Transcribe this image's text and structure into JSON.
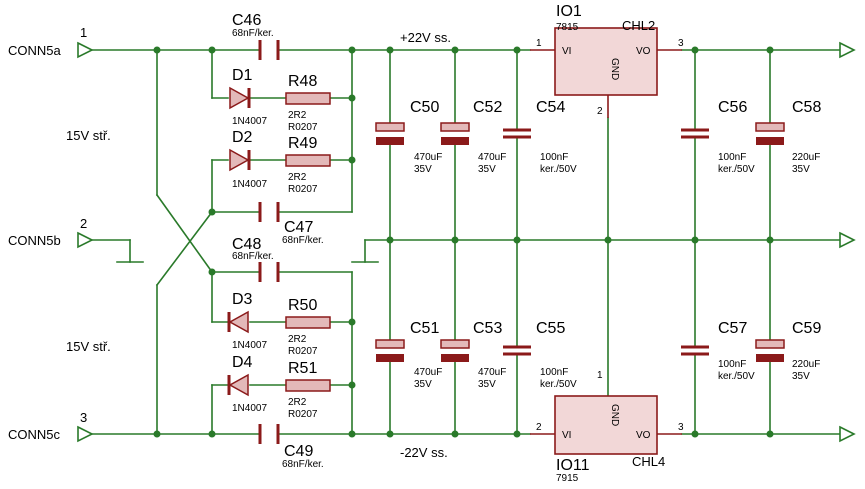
{
  "connectors": [
    {
      "ref": "CONN5a",
      "pin": "1"
    },
    {
      "ref": "CONN5b",
      "pin": "2"
    },
    {
      "ref": "CONN5c",
      "pin": "3"
    }
  ],
  "ac_labels": [
    "15V stř.",
    "15V stř."
  ],
  "rails": {
    "pos": "+22V ss.",
    "neg": "-22V ss."
  },
  "caps_in": [
    {
      "ref": "C46",
      "val": "68nF/ker."
    },
    {
      "ref": "C47",
      "val": "68nF/ker."
    },
    {
      "ref": "C48",
      "val": "68nF/ker."
    },
    {
      "ref": "C49",
      "val": "68nF/ker."
    }
  ],
  "diodes": [
    {
      "ref": "D1",
      "val": "1N4007"
    },
    {
      "ref": "D2",
      "val": "1N4007"
    },
    {
      "ref": "D3",
      "val": "1N4007"
    },
    {
      "ref": "D4",
      "val": "1N4007"
    }
  ],
  "resistors": [
    {
      "ref": "R48",
      "val": "2R2",
      "pkg": "R0207"
    },
    {
      "ref": "R49",
      "val": "2R2",
      "pkg": "R0207"
    },
    {
      "ref": "R50",
      "val": "2R2",
      "pkg": "R0207"
    },
    {
      "ref": "R51",
      "val": "2R2",
      "pkg": "R0207"
    }
  ],
  "caps_filter": [
    {
      "ref": "C50",
      "val": "470uF",
      "volt": "35V"
    },
    {
      "ref": "C52",
      "val": "470uF",
      "volt": "35V"
    },
    {
      "ref": "C54",
      "val": "100nF",
      "volt": "ker./50V"
    },
    {
      "ref": "C56",
      "val": "100nF",
      "volt": "ker./50V"
    },
    {
      "ref": "C58",
      "val": "220uF",
      "volt": "35V"
    },
    {
      "ref": "C51",
      "val": "470uF",
      "volt": "35V"
    },
    {
      "ref": "C53",
      "val": "470uF",
      "volt": "35V"
    },
    {
      "ref": "C55",
      "val": "100nF",
      "volt": "ker./50V"
    },
    {
      "ref": "C57",
      "val": "100nF",
      "volt": "ker./50V"
    },
    {
      "ref": "C59",
      "val": "220uF",
      "volt": "35V"
    }
  ],
  "regulators": [
    {
      "ref": "IO1",
      "type": "7815",
      "net": "CHL2",
      "pin_in": "1",
      "pin_gnd": "2",
      "pin_out": "3",
      "vi": "VI",
      "gnd": "GND",
      "vo": "VO"
    },
    {
      "ref": "IO11",
      "type": "7915",
      "net": "CHL4",
      "pin_in": "2",
      "pin_gnd": "1",
      "pin_out": "3",
      "vi": "VI",
      "gnd": "GND",
      "vo": "VO"
    }
  ]
}
